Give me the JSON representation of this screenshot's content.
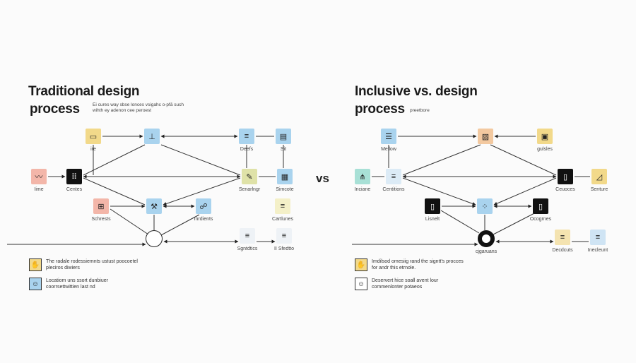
{
  "left": {
    "title_line1": "Traditional design",
    "title_line2": "process",
    "subtitle": "Ei cures way sbse lonces vsigahc o-pfā such wihth ey adenon cee peroest",
    "nodes": {
      "a": {
        "label": "ire",
        "color": "#f2d98a",
        "icon": "monitor-icon"
      },
      "b": {
        "label": "",
        "color": "#a9d3ee",
        "icon": "chart-icon"
      },
      "c": {
        "label": "Deefs",
        "color": "#a9d3ee",
        "icon": "document-icon"
      },
      "d": {
        "label": "Sit",
        "color": "#a9d3ee",
        "icon": "layers-icon"
      },
      "e": {
        "label": "Iime",
        "color": "#f3b6a9",
        "icon": "sketch-icon"
      },
      "f": {
        "label": "Centes",
        "color": "#111111",
        "icon": "grid-icon"
      },
      "g": {
        "label": "Senarlngr",
        "color": "#dfe2a8",
        "icon": "pen-icon"
      },
      "h": {
        "label": "Simcote",
        "color": "#a9d3ee",
        "icon": "table-icon"
      },
      "i": {
        "label": "Schrests",
        "color": "#f3b6a9",
        "icon": "frame-icon"
      },
      "j": {
        "label": "",
        "color": "#a9d3ee",
        "icon": "tools-icon"
      },
      "k": {
        "label": "Inrdients",
        "color": "#a9d3ee",
        "icon": "people-icon"
      },
      "l": {
        "label": "Cartlunes",
        "color": "#f4f0c8",
        "icon": "document-icon"
      },
      "m": {
        "label": "",
        "color": "#ffffff",
        "icon": "clock-icon"
      },
      "n": {
        "label": "Sgntdtics",
        "color": "#eef2f6",
        "icon": "document-icon"
      },
      "o": {
        "label": "II Sfedtto",
        "color": "#eef2f6",
        "icon": "document-icon"
      }
    },
    "legend": [
      {
        "text": "The radale rodessiemnts ustust poocoetel pleciros diwiers",
        "color": "#f2d98a",
        "icon": "hand-icon"
      },
      {
        "text": "Locatiom uns ssort dunbiuer coorrsettwittien last nd",
        "color": "#a9d3ee",
        "icon": "face-icon"
      }
    ]
  },
  "vs_label": "vs",
  "right": {
    "title_line1": "Inclusive vs. design",
    "title_line2": "process",
    "subtitle": "preetbore",
    "nodes": {
      "p": {
        "label": "Mellow",
        "color": "#a9d3ee",
        "icon": "list-icon"
      },
      "q": {
        "label": "",
        "color": "#f3c9a0",
        "icon": "image-icon"
      },
      "r": {
        "label": "gulsles",
        "color": "#f2d98a",
        "icon": "board-icon"
      },
      "s": {
        "label": "Inciane",
        "color": "#a8e0d6",
        "icon": "flow-icon"
      },
      "t": {
        "label": "Centitions",
        "color": "#dcebf6",
        "icon": "document-icon"
      },
      "u": {
        "label": "Ceuoces",
        "color": "#111111",
        "icon": "square-icon"
      },
      "v": {
        "label": "Senture",
        "color": "#f2d98a",
        "icon": "ruler-icon"
      },
      "w": {
        "label": "Lisnelt",
        "color": "#111111",
        "icon": "square-icon"
      },
      "x": {
        "label": "",
        "color": "#a9d3ee",
        "icon": "cluster-icon"
      },
      "y": {
        "label": "Ocogrnes",
        "color": "#111111",
        "icon": "square-icon"
      },
      "z": {
        "label": "cjgaruans",
        "color": "#ffffff",
        "icon": "target-icon"
      },
      "aa": {
        "label": "Decdcuts",
        "color": "#f4e3b0",
        "icon": "document-icon"
      },
      "ab": {
        "label": "Inecleunt",
        "color": "#cfe4f4",
        "icon": "document-icon"
      }
    },
    "legend": [
      {
        "text": "Imdilsod omesiig rand the signtt's procces for andr this etrnole.",
        "color": "#f2d98a",
        "icon": "hand-icon"
      },
      {
        "text": "Deservert hice soall avent lour commenlonter potaeos",
        "color": "#ffffff",
        "icon": "face-icon"
      }
    ]
  }
}
